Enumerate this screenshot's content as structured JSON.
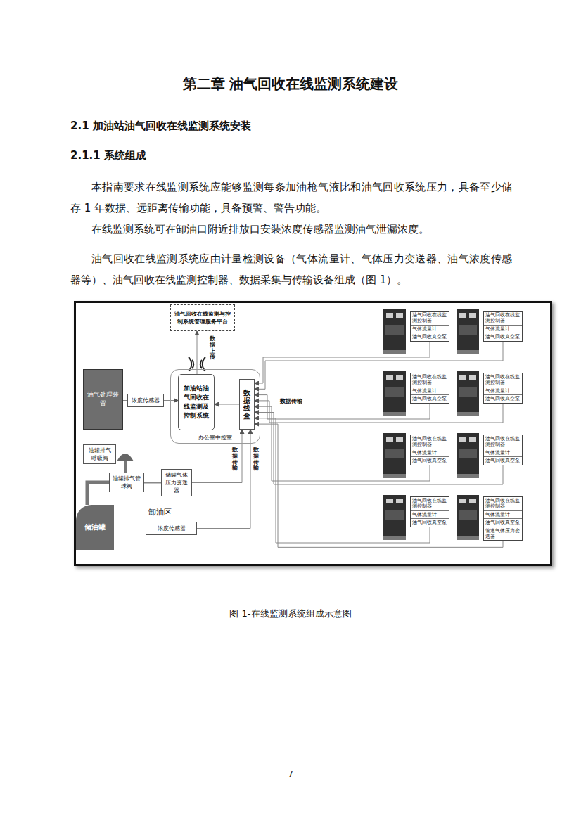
{
  "diagram": {
    "title": "第二章 油气回收在线监测系统建设",
    "caption": "图 1-在线监测系统组成示意图",
    "nodes": [
      {
        "text": [
          "油气回收在线监测与控制系统管理服务平台"
        ]
      },
      {
        "text": [
          "办公室中控室"
        ]
      },
      {
        "text": [
          "加油站油气回收在线监测及控制系统"
        ],
        "in": 1
      },
      {
        "text": [
          "数据线盒"
        ],
        "in": 1
      },
      {
        "text": [
          "油气处理装置"
        ]
      },
      {
        "text": [
          "浓度传感器"
        ]
      },
      {
        "text": [
          "油罐排气呼吸阀"
        ]
      },
      {
        "text": [
          "油罐排气管球阀"
        ]
      },
      {
        "text": [
          "储罐气体压力变送器"
        ]
      },
      {
        "text": [
          "储油罐"
        ]
      },
      {
        "text": [
          "浓度传感器"
        ]
      },
      {
        "text": [
          "油气回收在线监测控制器",
          "气体流量计",
          "油气回收真空泵"
        ]
      },
      {
        "text": [
          "油气回收在线监测控制器",
          "气体流量计",
          "油气回收真空泵"
        ]
      },
      {
        "text": [
          "油气回收在线监测控制器",
          "气体流量计",
          "油气回收真空泵"
        ]
      },
      {
        "text": [
          "油气回收在线监测控制器",
          "气体流量计",
          "油气回收真空泵"
        ]
      },
      {
        "text": [
          "油气回收在线监测控制器",
          "气体流量计",
          "油气回收真空泵"
        ]
      },
      {
        "text": [
          "油气回收在线监测控制器",
          "气体流量计",
          "油气回收真空泵"
        ]
      },
      {
        "text": [
          "油气回收在线监测控制器",
          "气体流量计",
          "油气回收真空泵"
        ]
      },
      {
        "text": [
          "油气回收在线监测控制器",
          "气体流量计",
          "油气回收真空泵",
          "管道气体压力变送器"
        ]
      }
    ],
    "edges": [
      {
        "from": 2,
        "to": 0,
        "arrow": "to",
        "label": "数据上传"
      },
      {
        "from": 4,
        "to": 5,
        "arrow": "none"
      },
      {
        "from": 5,
        "to": 2,
        "arrow": "to"
      },
      {
        "from": 3,
        "to": 2,
        "arrow": "to"
      },
      {
        "from": 9,
        "to": 7,
        "arrow": "none"
      },
      {
        "from": 7,
        "to": 8,
        "arrow": "none"
      },
      {
        "from": 8,
        "to": 3,
        "arrow": "to",
        "label": "数据传输"
      },
      {
        "from": 10,
        "to": 3,
        "arrow": "to",
        "label": "数据传输"
      },
      {
        "from": 11,
        "to": 3,
        "arrow": "to"
      },
      {
        "from": 12,
        "to": 3,
        "arrow": "to"
      },
      {
        "from": 13,
        "to": 3,
        "arrow": "to"
      },
      {
        "from": 14,
        "to": 3,
        "arrow": "to"
      },
      {
        "from": 15,
        "to": 3,
        "arrow": "to"
      },
      {
        "from": 16,
        "to": 3,
        "arrow": "to"
      },
      {
        "from": 17,
        "to": 3,
        "arrow": "to"
      },
      {
        "from": 18,
        "to": 3,
        "arrow": "to"
      }
    ],
    "labels": [
      "2.1 加油站油气回收在线监测系统安装",
      "2.1.1 系统组成",
      "本指南要求在线监测系统应能够监测每条加油枪气液比和油气回收系统压力，具备至少储存 1 年数据、远距离传输功能，具备预警、警告功能。",
      "在线监测系统可在卸油口附近排放口安装浓度传感器监测油气泄漏浓度。",
      "油气回收在线监测系统应由计量检测设备（气体流量计、气体压力变送器、油气浓度传感器等）、油气回收在线监测控制器、数据采集与传输设备组成（图 1）。",
      "数据传输",
      "卸油区",
      "7"
    ]
  }
}
